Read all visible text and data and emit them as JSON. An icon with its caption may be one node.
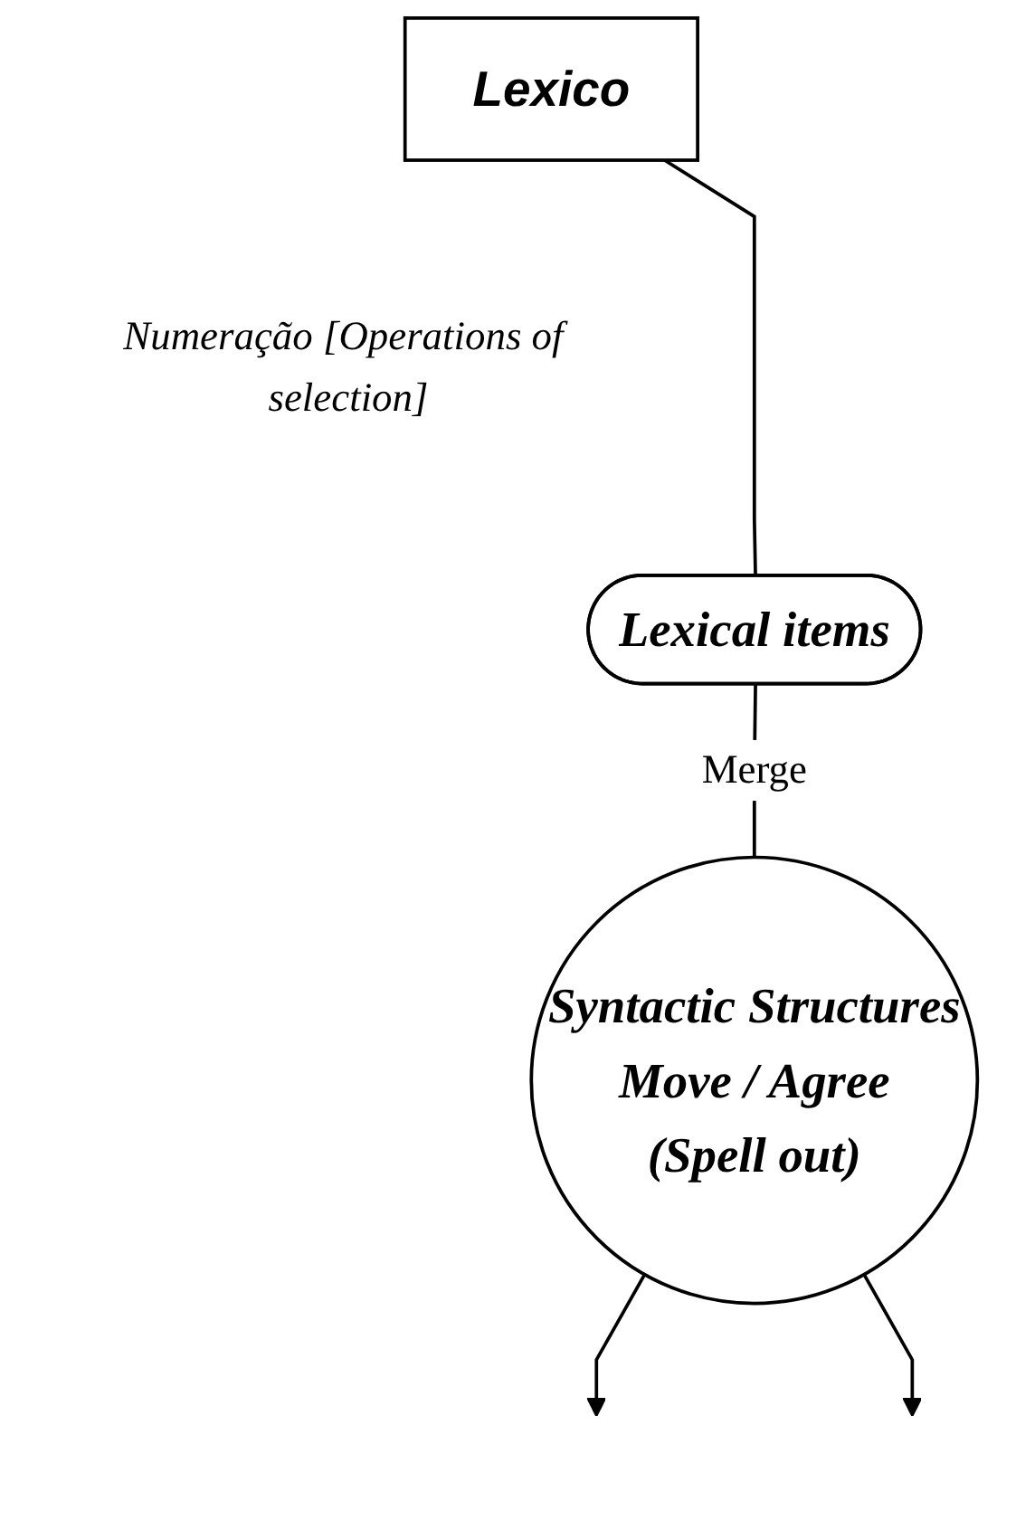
{
  "diagram": {
    "nodes": [
      {
        "text": [
          "Lexico"
        ],
        "beside": [
          "Numeração [Operations of selection]"
        ]
      },
      {
        "text": [
          "Lexical items"
        ]
      },
      {
        "text": [
          "Syntactic Structures",
          "Move / Agree",
          "(Spell out)"
        ]
      }
    ],
    "edges": [
      {
        "from": 0,
        "to": 1,
        "arrow": "none"
      },
      {
        "from": 1,
        "to": 2,
        "arrow": "none",
        "label": "Merge"
      },
      {
        "from": 2,
        "to": null,
        "arrow": "to"
      },
      {
        "from": 2,
        "to": null,
        "arrow": "to"
      }
    ]
  }
}
